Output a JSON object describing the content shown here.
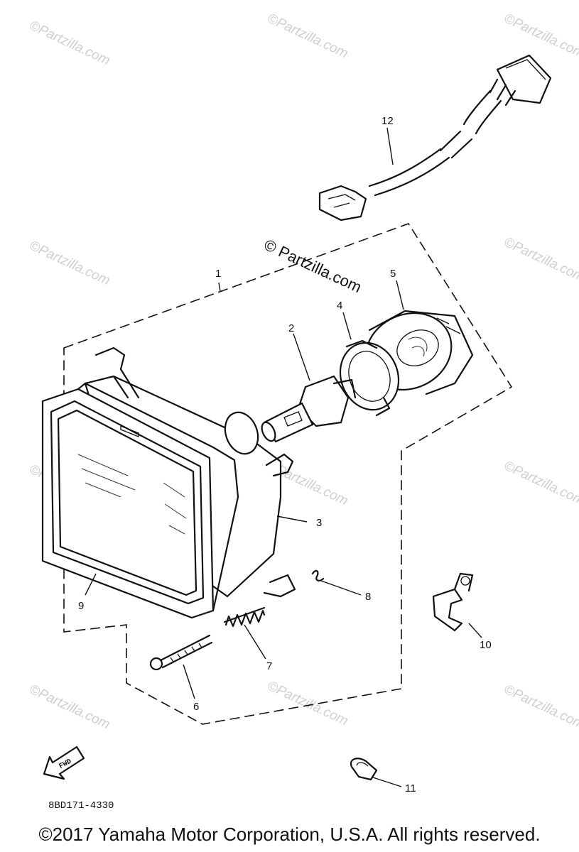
{
  "diagram": {
    "watermark_text": "Partzilla.com",
    "watermark_center_text": "© Partzilla.com",
    "part_labels": {
      "p1": "1",
      "p2": "2",
      "p3": "3",
      "p4": "4",
      "p5": "5",
      "p6": "6",
      "p7": "7",
      "p8": "8",
      "p9": "9",
      "p10": "10",
      "p11": "11",
      "p12": "12"
    },
    "fwd_label": "FWD",
    "drawing_code": "8BD171-4330"
  },
  "footer": {
    "copyright": "©2017 Yamaha Motor Corporation, U.S.A. All rights reserved."
  }
}
